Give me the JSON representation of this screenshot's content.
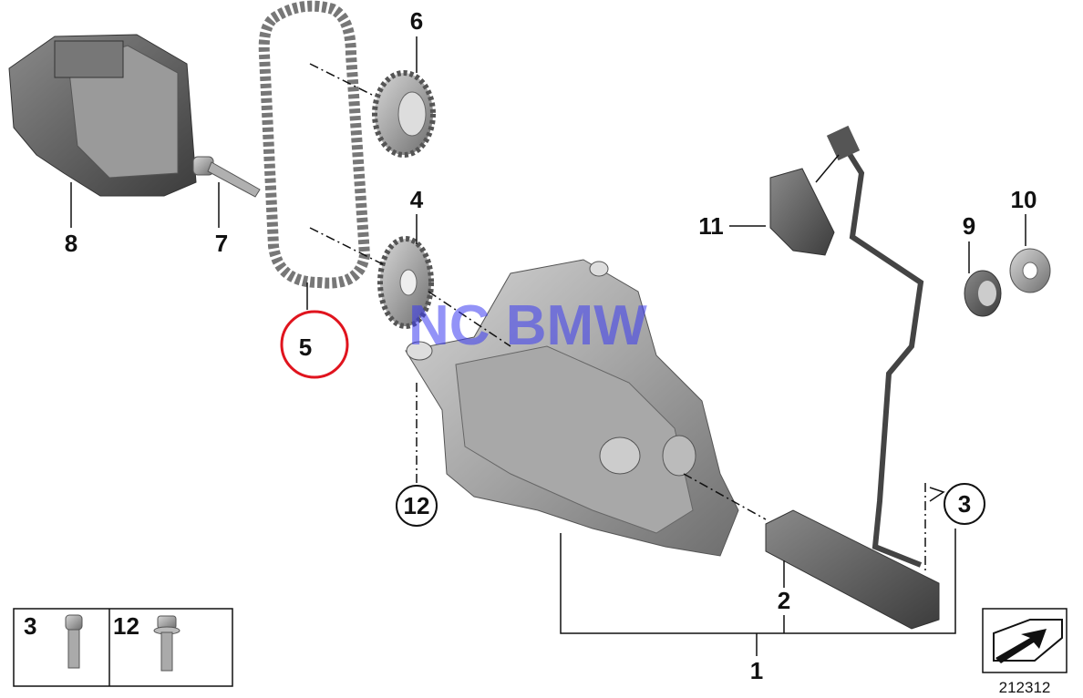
{
  "diagram": {
    "watermark": "NC BMW",
    "reference_number": "212312",
    "highlight_color": "#e0141e",
    "watermark_color": "#3a3af0",
    "part_labels": [
      {
        "id": "1",
        "part": "oil-pump-assembly-bracket"
      },
      {
        "id": "2",
        "part": "solenoid-valve"
      },
      {
        "id": "3",
        "part": "screw",
        "circled": true
      },
      {
        "id": "4",
        "part": "sprocket"
      },
      {
        "id": "5",
        "part": "chain",
        "highlighted": true
      },
      {
        "id": "6",
        "part": "sprocket"
      },
      {
        "id": "7",
        "part": "bolt"
      },
      {
        "id": "8",
        "part": "cover"
      },
      {
        "id": "9",
        "part": "seal"
      },
      {
        "id": "10",
        "part": "clip"
      },
      {
        "id": "11",
        "part": "holder"
      },
      {
        "id": "12",
        "part": "screw",
        "circled": true
      }
    ],
    "legend": [
      {
        "id": "3",
        "icon": "hex-socket-screw-icon"
      },
      {
        "id": "12",
        "icon": "flange-screw-icon"
      }
    ],
    "view_icon": "direction-arrow-icon"
  }
}
